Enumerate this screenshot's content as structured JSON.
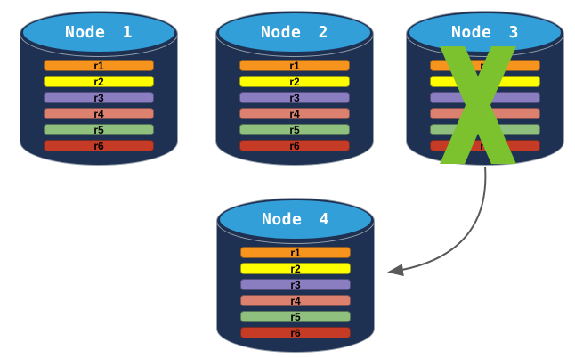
{
  "colors": {
    "background": "#FFFFFF",
    "cylinder_body": "#1F3153",
    "cylinder_top": "#339FD8",
    "cylinder_outline": "#97A1AC",
    "node_label_text": "#FFFFFF",
    "row_label_text": "#000000",
    "cross": "#7CC22E",
    "arrow": "#5A5A5A"
  },
  "nodes": [
    {
      "label": "Node 1",
      "crossed_out": false,
      "rows": [
        {
          "label": "r1",
          "color": "#F7941D"
        },
        {
          "label": "r2",
          "color": "#FEFE00"
        },
        {
          "label": "r3",
          "color": "#8A7DC0"
        },
        {
          "label": "r4",
          "color": "#DC8070"
        },
        {
          "label": "r5",
          "color": "#8FC07D"
        },
        {
          "label": "r6",
          "color": "#C53B26"
        }
      ]
    },
    {
      "label": "Node 2",
      "crossed_out": false,
      "rows": [
        {
          "label": "r1",
          "color": "#F7941D"
        },
        {
          "label": "r2",
          "color": "#FEFE00"
        },
        {
          "label": "r3",
          "color": "#8A7DC0"
        },
        {
          "label": "r4",
          "color": "#DC8070"
        },
        {
          "label": "r5",
          "color": "#8FC07D"
        },
        {
          "label": "r6",
          "color": "#C53B26"
        }
      ]
    },
    {
      "label": "Node 3",
      "crossed_out": true,
      "rows": [
        {
          "label": "r1",
          "color": "#F7941D"
        },
        {
          "label": "r2",
          "color": "#FEFE00"
        },
        {
          "label": "r3",
          "color": "#8A7DC0"
        },
        {
          "label": "r4",
          "color": "#DC8070"
        },
        {
          "label": "r5",
          "color": "#8FC07D"
        },
        {
          "label": "r6",
          "color": "#C53B26"
        }
      ]
    },
    {
      "label": "Node 4",
      "crossed_out": false,
      "rows": [
        {
          "label": "r1",
          "color": "#F7941D"
        },
        {
          "label": "r2",
          "color": "#FEFE00"
        },
        {
          "label": "r3",
          "color": "#8A7DC0"
        },
        {
          "label": "r4",
          "color": "#DC8070"
        },
        {
          "label": "r5",
          "color": "#8FC07D"
        },
        {
          "label": "r6",
          "color": "#C53B26"
        }
      ]
    }
  ],
  "arrow": {
    "from": "Node 3",
    "to": "Node 4",
    "color": "#5A5A5A"
  }
}
